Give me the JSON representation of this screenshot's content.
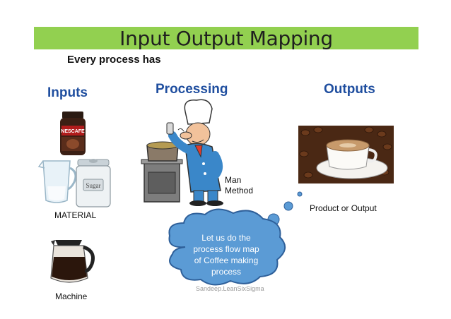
{
  "title": "Input Output Mapping",
  "subtitle": "Every process has",
  "columns": {
    "inputs": "Inputs",
    "processing": "Processing",
    "outputs": "Outputs"
  },
  "labels": {
    "material": "MATERIAL",
    "machine": "Machine",
    "man": "Man",
    "method": "Method",
    "product": "Product or Output"
  },
  "sugar_jar_text": "Sugar",
  "coffee_jar_text": "NESCAFE",
  "thought_bubble": [
    "Let us do the",
    "process flow map",
    "of Coffee making",
    "process"
  ],
  "credit": "Sandeep.LeanSixSigma",
  "colors": {
    "title_bar": "#92d050",
    "heading": "#1f4e9f",
    "bubble_fill": "#5b9bd5",
    "bubble_stroke": "#2e5f99"
  }
}
